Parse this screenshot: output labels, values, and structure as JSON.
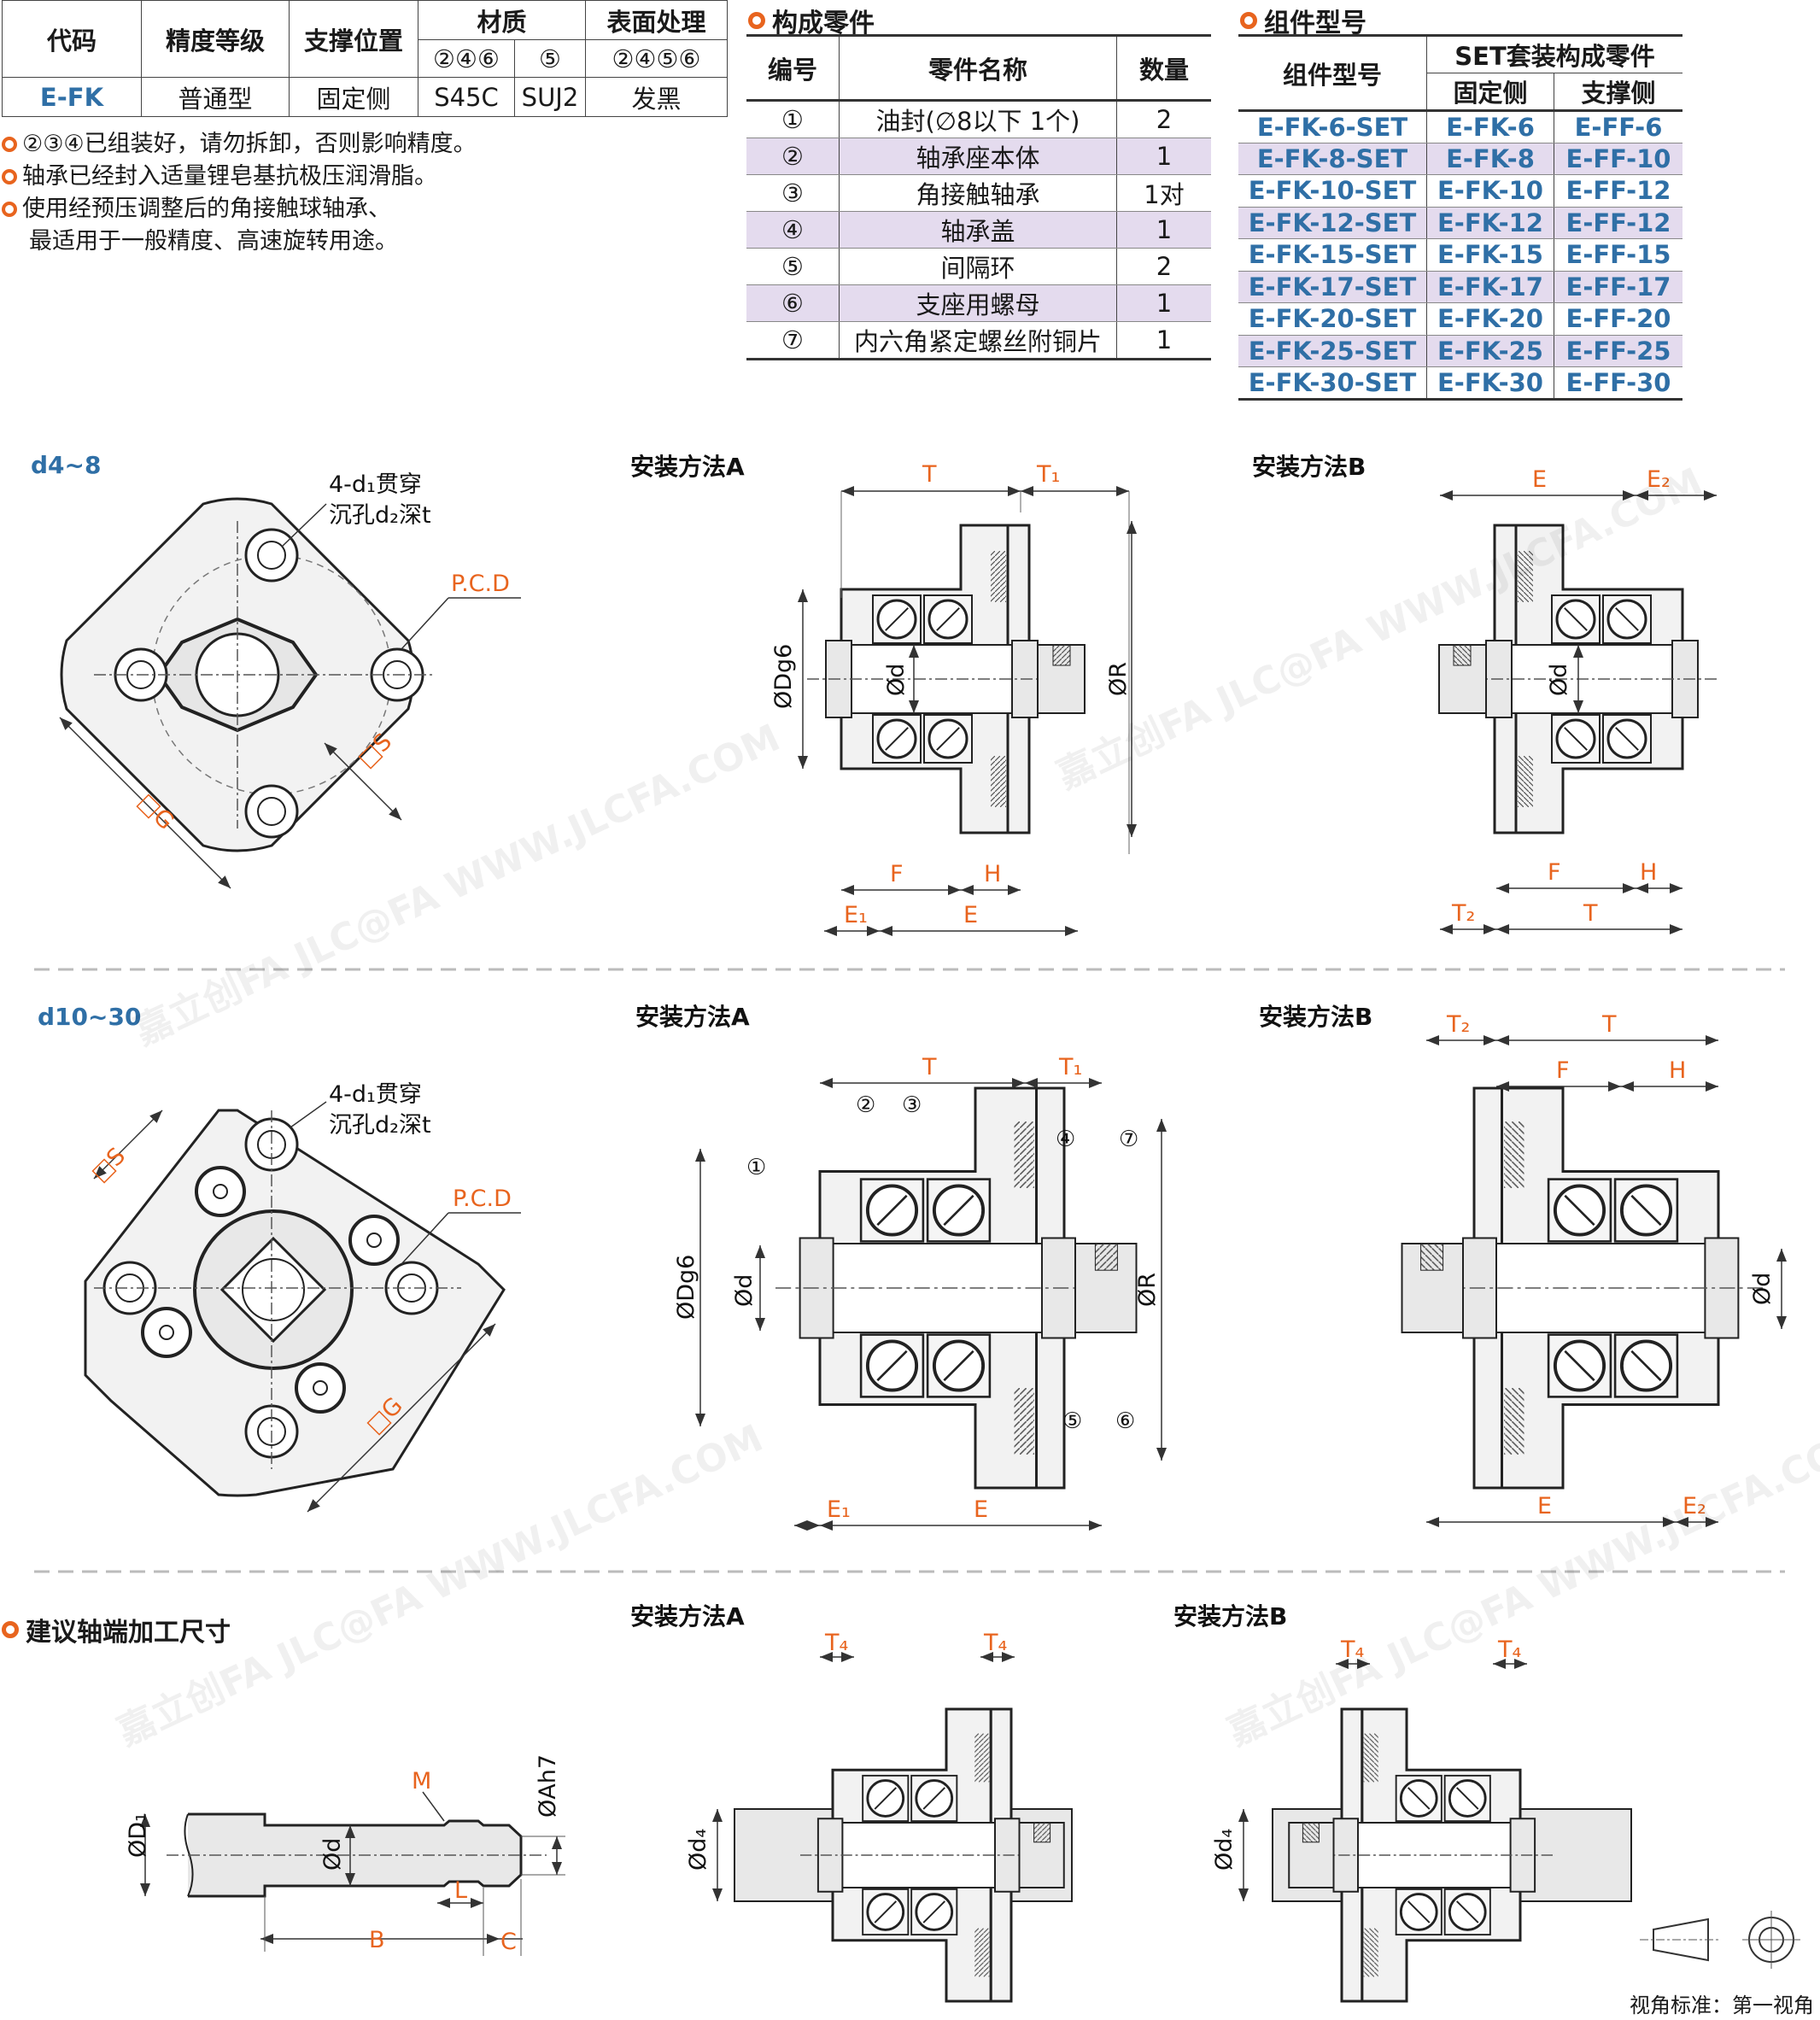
{
  "spec_table": {
    "headers": [
      "代码",
      "精度等级",
      "支撑位置",
      "材质",
      "表面处理"
    ],
    "material_sub": [
      "②④⑥",
      "⑤"
    ],
    "surface_sub": "②④⑤⑥",
    "row": [
      "E-FK",
      "普通型",
      "固定侧",
      "S45C",
      "SUJ2",
      "发黑"
    ]
  },
  "notes": [
    "②③④已组装好，请勿拆卸，否则影响精度。",
    "轴承已经封入适量锂皂基抗极压润滑脂。",
    "使用经预压调整后的角接触球轴承、",
    "最适用于一般精度、高速旋转用途。"
  ],
  "parts": {
    "title": "构成零件",
    "headers": [
      "编号",
      "零件名称",
      "数量"
    ],
    "rows": [
      [
        "①",
        "油封(∅8以下 1个)",
        "2"
      ],
      [
        "②",
        "轴承座本体",
        "1"
      ],
      [
        "③",
        "角接触轴承",
        "1对"
      ],
      [
        "④",
        "轴承盖",
        "1"
      ],
      [
        "⑤",
        "间隔环",
        "2"
      ],
      [
        "⑥",
        "支座用螺母",
        "1"
      ],
      [
        "⑦",
        "内六角紧定螺丝附铜片",
        "1"
      ]
    ]
  },
  "sets": {
    "title": "组件型号",
    "headers": [
      "组件型号",
      "SET套装构成零件",
      "固定侧",
      "支撑侧"
    ],
    "rows": [
      [
        "E-FK-6-SET",
        "E-FK-6",
        "E-FF-6"
      ],
      [
        "E-FK-8-SET",
        "E-FK-8",
        "E-FF-10"
      ],
      [
        "E-FK-10-SET",
        "E-FK-10",
        "E-FF-12"
      ],
      [
        "E-FK-12-SET",
        "E-FK-12",
        "E-FF-12"
      ],
      [
        "E-FK-15-SET",
        "E-FK-15",
        "E-FF-15"
      ],
      [
        "E-FK-17-SET",
        "E-FK-17",
        "E-FF-17"
      ],
      [
        "E-FK-20-SET",
        "E-FK-20",
        "E-FF-20"
      ],
      [
        "E-FK-25-SET",
        "E-FK-25",
        "E-FF-25"
      ],
      [
        "E-FK-30-SET",
        "E-FK-30",
        "E-FF-30"
      ]
    ]
  },
  "drawings": {
    "range_small": "d4~8",
    "range_large": "d10~30",
    "method_a": "安装方法A",
    "method_b": "安装方法B",
    "hole_note_1": "4-d₁贯穿",
    "hole_note_2": "沉孔d₂深t",
    "pcd": "P.C.D",
    "dim_G": "□G",
    "dim_S": "□S",
    "dim_T": "T",
    "dim_T1": "T₁",
    "dim_T2": "T₂",
    "dim_T4": "T₄",
    "dim_E": "E",
    "dim_E1": "E₁",
    "dim_E2": "E₂",
    "dim_F": "F",
    "dim_H": "H",
    "dim_D": "ØDg6",
    "dim_d": "Ød",
    "dim_R": "ØR",
    "dim_d4": "Ød₄",
    "callouts": [
      "①",
      "②",
      "③",
      "④",
      "⑤",
      "⑥",
      "⑦"
    ]
  },
  "shaft": {
    "title": "建议轴端加工尺寸",
    "D1": "ØD₁",
    "d": "Ød",
    "A": "ØAh7",
    "M": "M",
    "L": "L",
    "B": "B",
    "C": "C"
  },
  "footer": {
    "view_note": "视角标准：第一视角"
  },
  "watermark": "嘉立创FA  JLC@FA  WWW.JLCFA.COM",
  "colors": {
    "accent_orange": "#e8641e",
    "blue": "#2f6fa6",
    "row_alt": "#e4dbee"
  }
}
